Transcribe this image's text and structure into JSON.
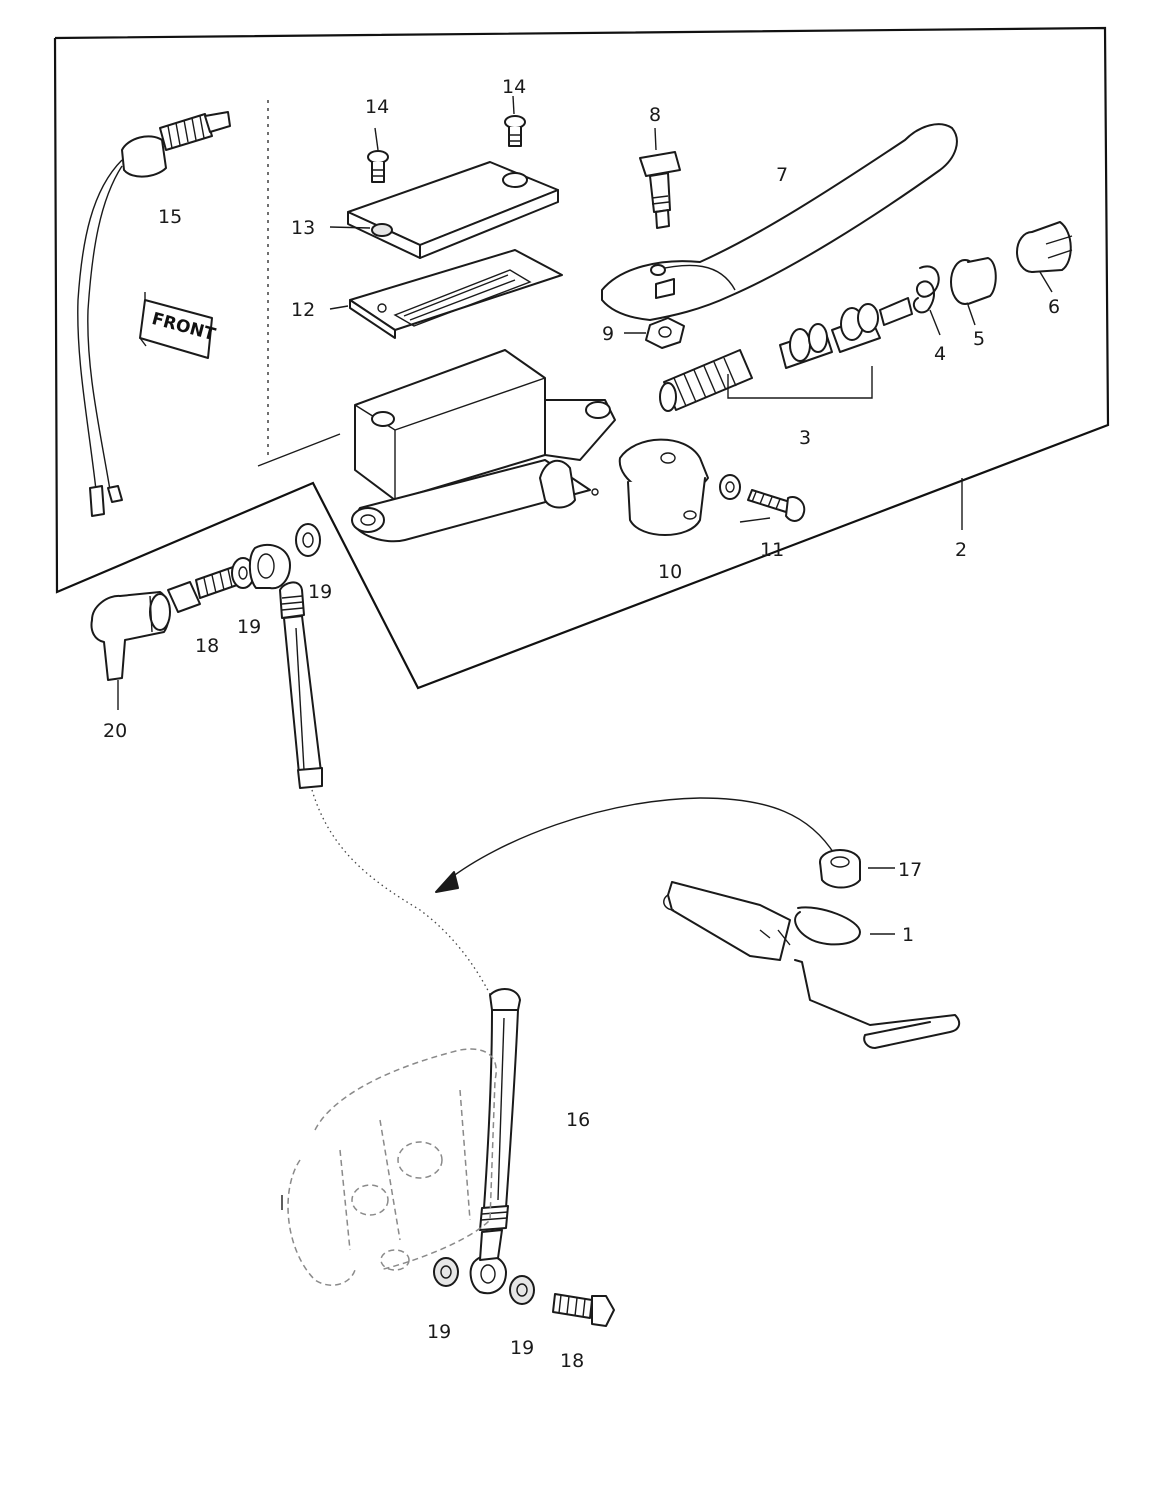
{
  "diagram": {
    "direction_tag": "FRONT",
    "callouts": {
      "c1": "1",
      "c2": "2",
      "c3": "3",
      "c4": "4",
      "c5": "5",
      "c6": "6",
      "c7": "7",
      "c8": "8",
      "c9": "9",
      "c10": "10",
      "c11": "11",
      "c12": "12",
      "c13": "13",
      "c14a": "14",
      "c14b": "14",
      "c15": "15",
      "c16": "16",
      "c17": "17",
      "c18a": "18",
      "c18b": "18",
      "c19a": "19",
      "c19b": "19",
      "c19c": "19",
      "c19d": "19",
      "c20": "20"
    }
  }
}
